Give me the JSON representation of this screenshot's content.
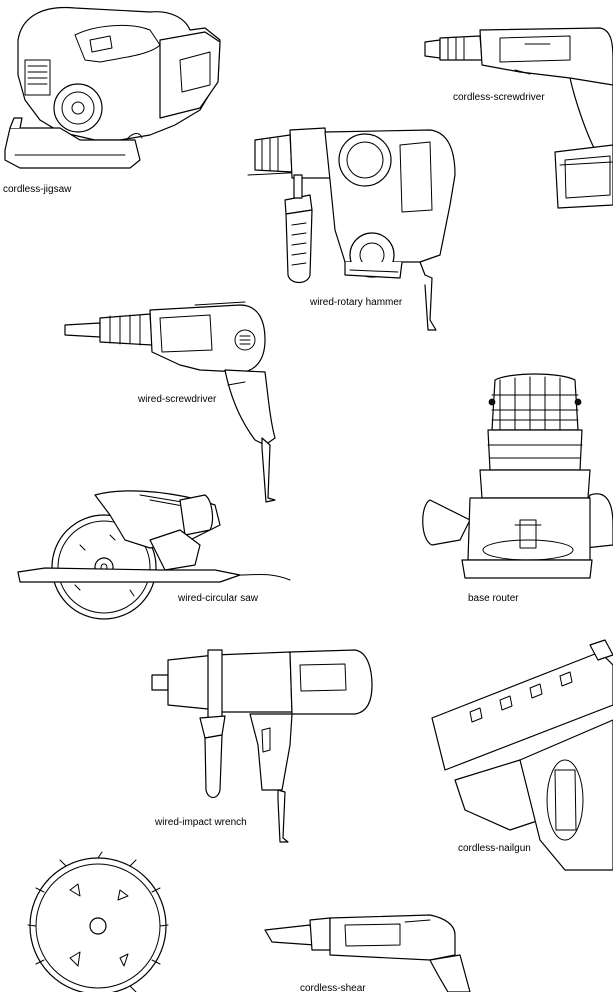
{
  "tools": [
    {
      "id": "cordless-jigsaw",
      "label": "cordless-jigsaw"
    },
    {
      "id": "cordless-screwdriver",
      "label": "cordless-screwdriver"
    },
    {
      "id": "wired-rotary-hammer",
      "label": "wired-rotary hammer"
    },
    {
      "id": "wired-screwdriver",
      "label": "wired-screwdriver"
    },
    {
      "id": "base-router",
      "label": "base router"
    },
    {
      "id": "wired-circular-saw",
      "label": "wired-circular saw"
    },
    {
      "id": "wired-impact-wrench",
      "label": "wired-impact wrench"
    },
    {
      "id": "cordless-nailgun",
      "label": "cordless-nailgun"
    },
    {
      "id": "saw-blade",
      "label": ""
    },
    {
      "id": "cordless-shear",
      "label": "cordless-shear"
    }
  ],
  "colors": {
    "line": "#000000",
    "paper": "#ffffff"
  }
}
